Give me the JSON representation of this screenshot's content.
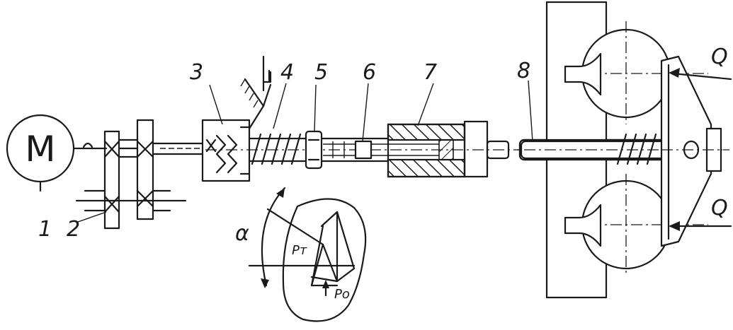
{
  "labels": {
    "motor": "M",
    "n1": "1",
    "n2": "2",
    "n3": "3",
    "n4": "4",
    "n5": "5",
    "n6": "6",
    "n7": "7",
    "n8": "8",
    "q_top": "Q",
    "q_bottom": "Q",
    "alpha": "α",
    "p_t": "Pт",
    "p_o": "Pо"
  },
  "colors": {
    "ink": "#1a1a1a",
    "paper": "#ffffff"
  },
  "icons": {
    "bearing": "cross-x",
    "spring": "helix-coil",
    "hatch": "section-hatching"
  }
}
